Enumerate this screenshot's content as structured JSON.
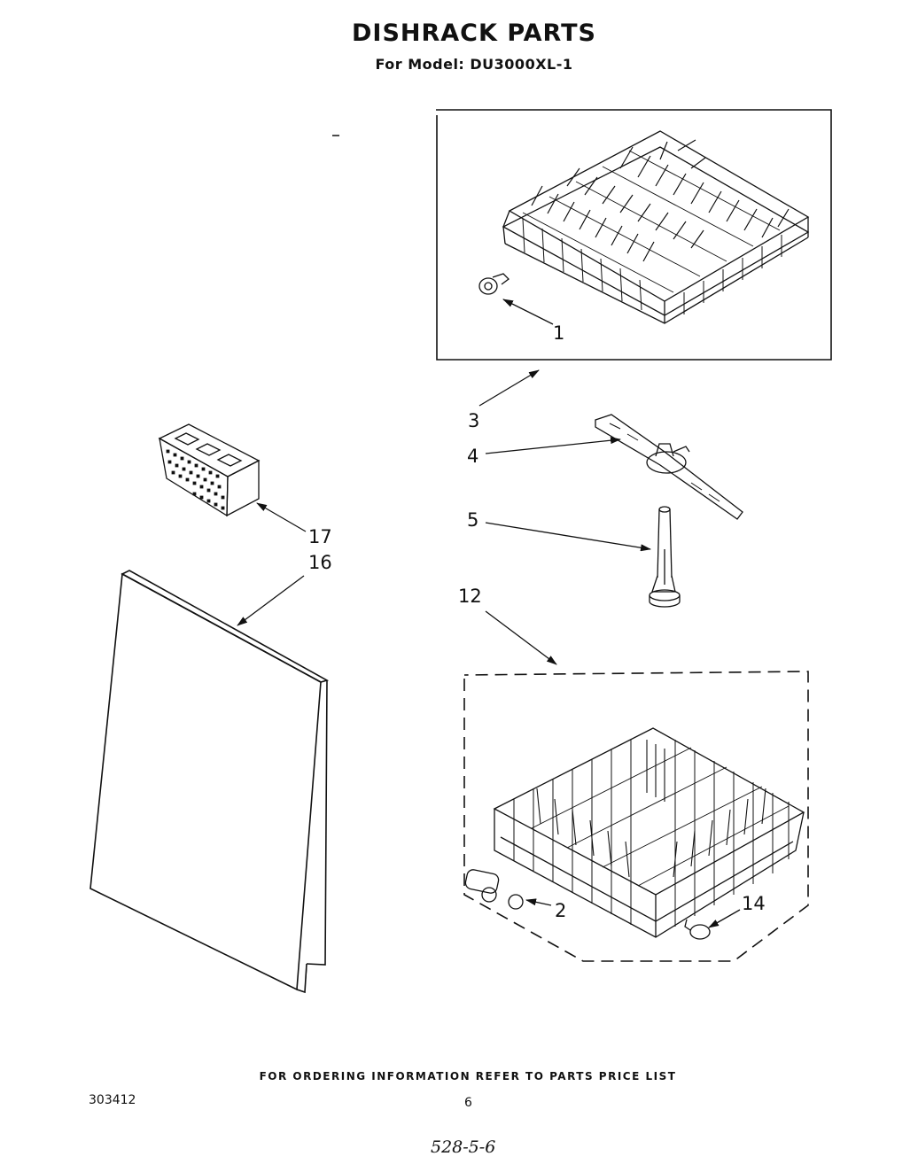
{
  "header": {
    "title": "DISHRACK PARTS",
    "subtitle": "For Model: DU3000XL-1"
  },
  "callouts": {
    "c1": "1",
    "c2": "2",
    "c3": "3",
    "c4": "4",
    "c5": "5",
    "c12": "12",
    "c14": "14",
    "c16": "16",
    "c17": "17"
  },
  "footer": {
    "ordering_note": "FOR ORDERING INFORMATION REFER TO PARTS PRICE LIST",
    "doc_number": "303412",
    "page_number": "6",
    "handwritten": "528-5-6"
  }
}
